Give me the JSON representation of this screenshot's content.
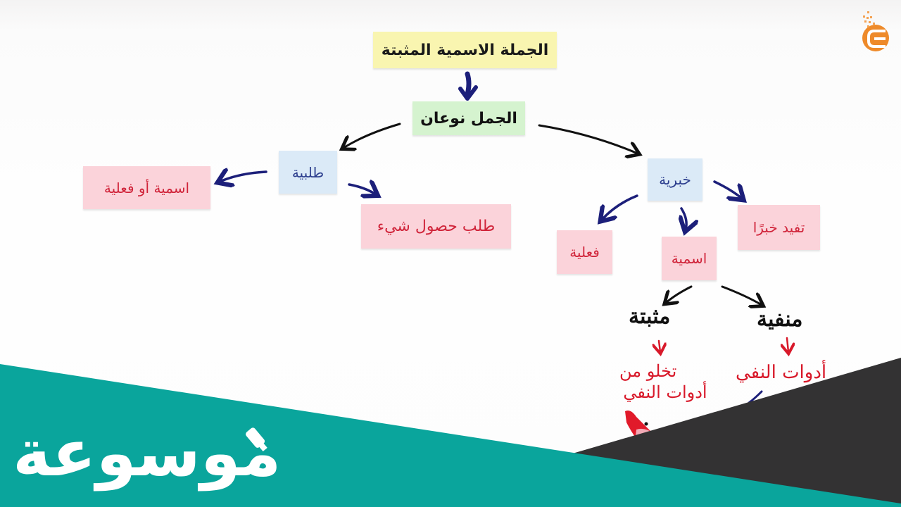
{
  "diagram": {
    "title_note": "الجملة الاسمية المثبتة",
    "root_note": "الجمل نوعان",
    "branches": {
      "left": {
        "label": "طلبية",
        "children": [
          "اسمية أو فعلية",
          "طلب حصول شيء"
        ]
      },
      "right": {
        "label": "خبرية",
        "children": [
          "فعلية",
          "اسمية",
          "تفيد خبرًا"
        ],
        "subbranches": {
          "affirmative": {
            "label": "مثبتة",
            "note": "تخلو من",
            "note_line2": "أدوات النفي"
          },
          "negative": {
            "label": "منفية",
            "note": "أدوات النفي"
          }
        }
      }
    }
  },
  "colors": {
    "yellow_note": "#f9f5b0",
    "green_note": "#d5f3cf",
    "blue_note": "#dbeaf7",
    "pink_note": "#fbd3da",
    "red_ink": "#d8192a",
    "blue_ink": "#1c1f7a",
    "black_ink": "#111111",
    "teal_banner": "#0aa59c",
    "dark_banner": "#333233",
    "logo_orange": "#ee8a2a"
  },
  "branding": {
    "watermark_text": "موسوعة",
    "channel_logo": "orange-circle-logo"
  }
}
